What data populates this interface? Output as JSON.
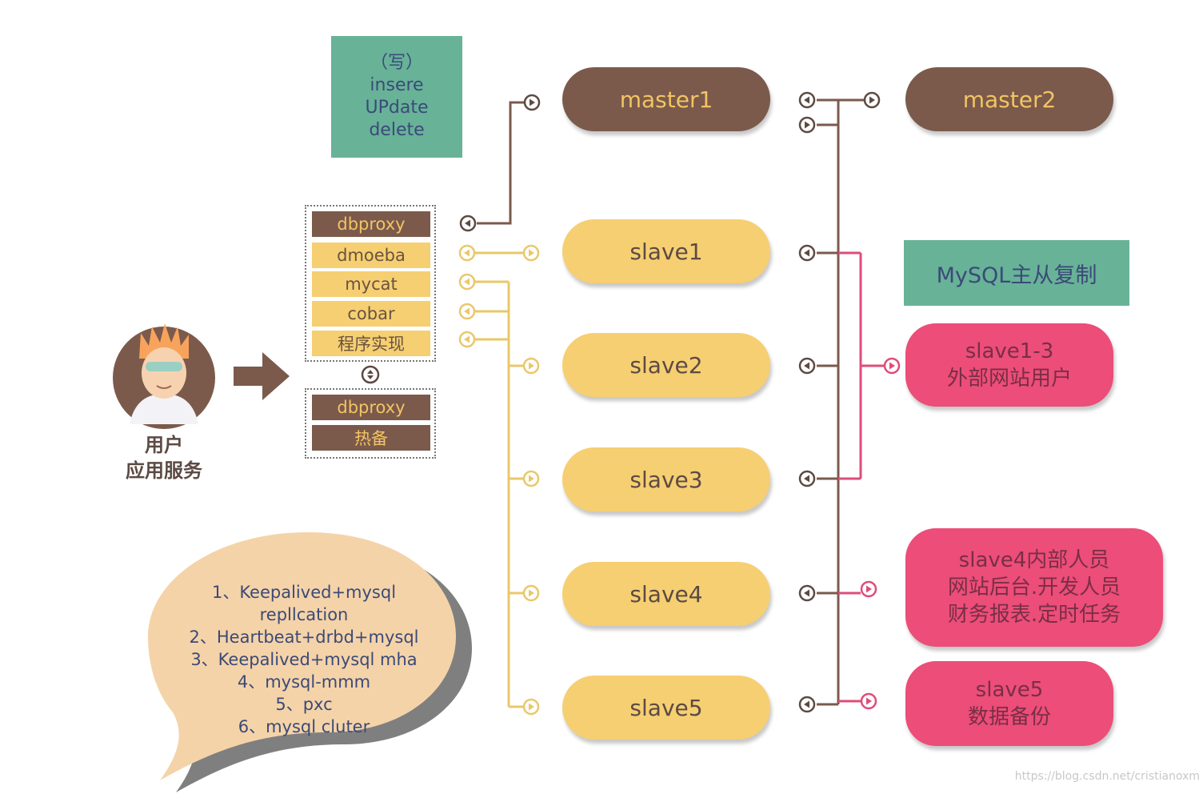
{
  "write_box": {
    "lines": [
      "（写）",
      "insere",
      "UPdate",
      "delete"
    ]
  },
  "masters": [
    "master1",
    "master2"
  ],
  "slaves": [
    "slave1",
    "slave2",
    "slave3",
    "slave4",
    "slave5"
  ],
  "proxy_group_primary": [
    "dbproxy",
    "dmoeba",
    "mycat",
    "cobar",
    "程序实现"
  ],
  "proxy_group_standby": [
    "dbproxy",
    "热备"
  ],
  "user": {
    "line1": "用户",
    "line2": "应用服务"
  },
  "replication_title": "MySQL主从复制",
  "consumers": {
    "external": [
      "slave1-3",
      "外部网站用户"
    ],
    "internal": [
      "slave4内部人员",
      "网站后台.开发人员",
      "财务报表.定时任务"
    ],
    "backup": [
      "slave5",
      "数据备份"
    ]
  },
  "ha_solutions": [
    "1、Keepalived+mysql",
    "repllcation",
    "2、Heartbeat+drbd+mysql",
    "3、Keepalived+mysql mha",
    "4、mysql-mmm",
    "5、pxc",
    "6、mysql cluter"
  ],
  "watermark": "https://blog.csdn.net/cristianoxm",
  "colors": {
    "brown": "#7b5a4c",
    "gold_text": "#f2c463",
    "yellow": "#f6cf72",
    "pink": "#ec4d79",
    "teal": "#68b298",
    "navy_text": "#3a4a78",
    "yellow_line": "#e9c86a",
    "pink_line": "#de4d7a",
    "speech_fill": "#f5d3a8",
    "speech_shadow": "#7f7f7f"
  }
}
